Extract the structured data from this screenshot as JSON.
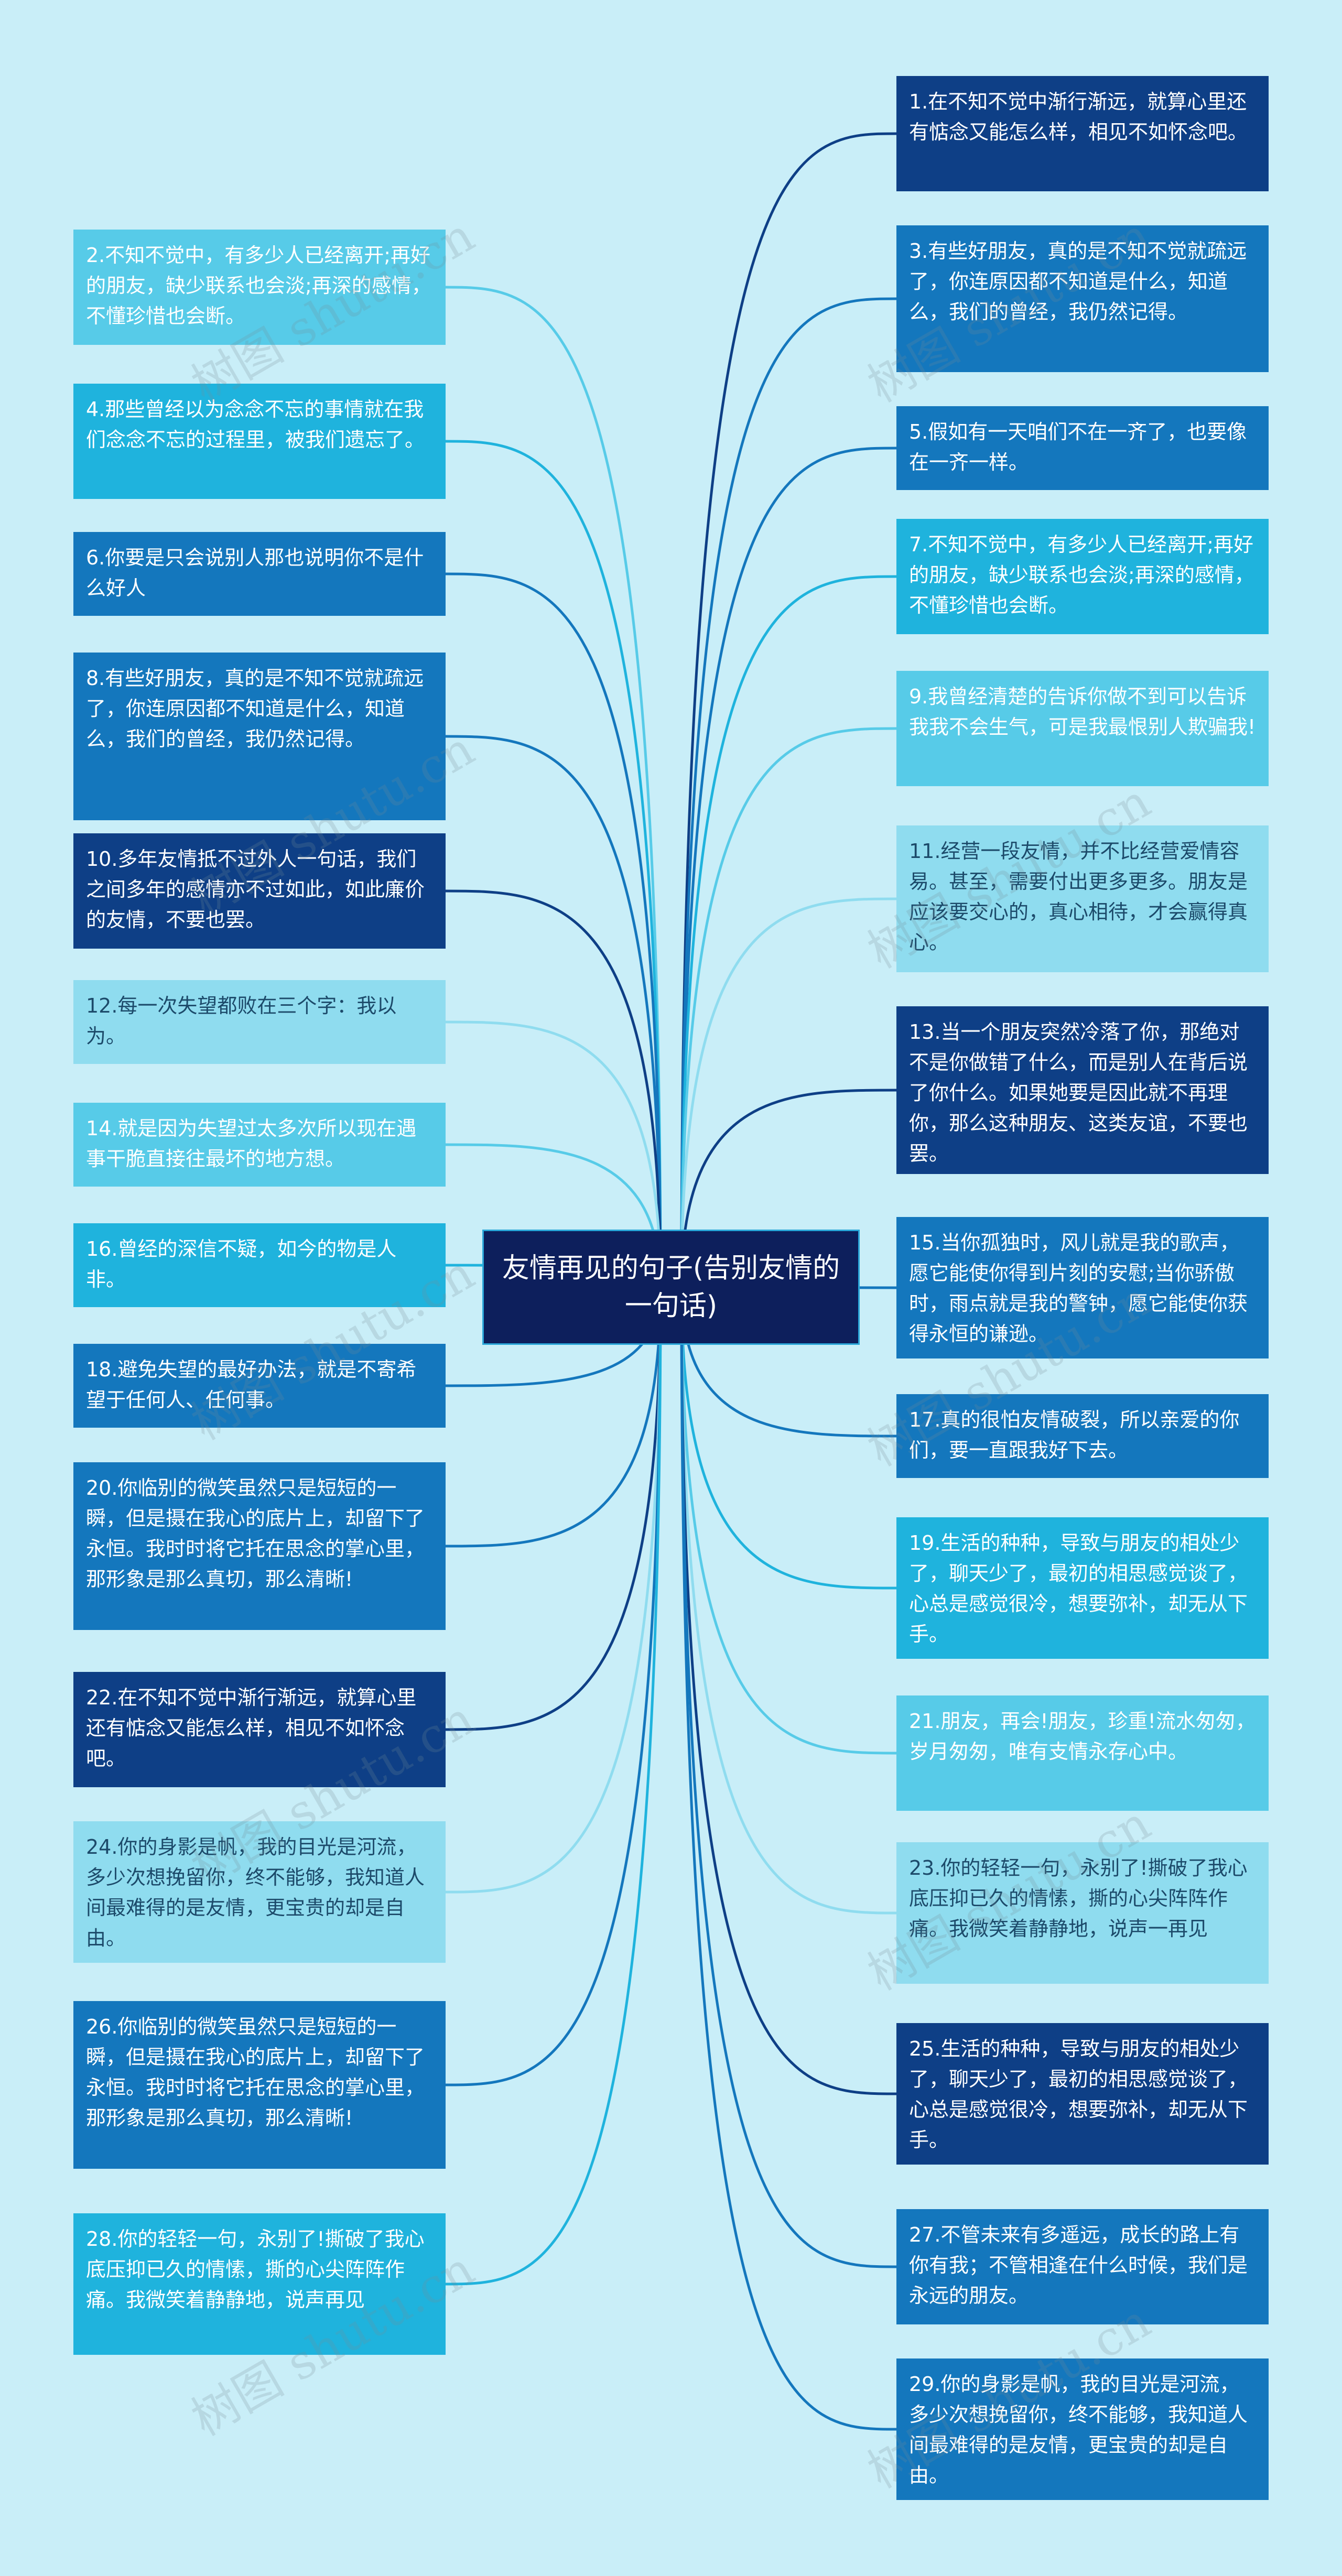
{
  "center": {
    "title": "友情再见的句子(告别友情的一句话)"
  },
  "watermark": "树图 shutu.cn",
  "colors": {
    "navy": "#0e3f86",
    "blue": "#1477bd",
    "cyan": "#1fb3dd",
    "light": "#57cbe8",
    "lightest": "#8fdcef",
    "center_bg": "#0d1f5c"
  },
  "left_nodes": [
    {
      "text": "2.不知不觉中，有多少人已经离开;再好的朋友，缺少联系也会淡;再深的感情，不懂珍惜也会断。",
      "shade": "light"
    },
    {
      "text": "4.那些曾经以为念念不忘的事情就在我们念念不忘的过程里，被我们遗忘了。",
      "shade": "cyan"
    },
    {
      "text": "6.你要是只会说别人那也说明你不是什么好人",
      "shade": "blue"
    },
    {
      "text": "8.有些好朋友，真的是不知不觉就疏远了，你连原因都不知道是什么，知道么，我们的曾经，我仍然记得。",
      "shade": "blue"
    },
    {
      "text": "10.多年友情抵不过外人一句话，我们之间多年的感情亦不过如此，如此廉价的友情，不要也罢。",
      "shade": "navy"
    },
    {
      "text": "12.每一次失望都败在三个字：我以为。",
      "shade": "lightest"
    },
    {
      "text": "14.就是因为失望过太多次所以现在遇事干脆直接往最坏的地方想。",
      "shade": "light"
    },
    {
      "text": "16.曾经的深信不疑，如今的物是人非。",
      "shade": "cyan"
    },
    {
      "text": "18.避免失望的最好办法，就是不寄希望于任何人、任何事。",
      "shade": "blue"
    },
    {
      "text": "20.你临别的微笑虽然只是短短的一瞬，但是摄在我心的底片上，却留下了永恒。我时时将它托在思念的掌心里，那形象是那么真切，那么清晰!",
      "shade": "blue"
    },
    {
      "text": "22.在不知不觉中渐行渐远，就算心里还有惦念又能怎么样，相见不如怀念吧。",
      "shade": "navy"
    },
    {
      "text": "24.你的身影是帆，我的目光是河流，多少次想挽留你，终不能够，我知道人间最难得的是友情，更宝贵的却是自由。",
      "shade": "lightest"
    },
    {
      "text": "26.你临别的微笑虽然只是短短的一瞬，但是摄在我心的底片上，却留下了永恒。我时时将它托在思念的掌心里，那形象是那么真切，那么清晰!",
      "shade": "blue"
    },
    {
      "text": "28.你的轻轻一句，永别了!撕破了我心底压抑已久的情愫，撕的心尖阵阵作痛。我微笑着静静地，说声再见",
      "shade": "cyan"
    }
  ],
  "right_nodes": [
    {
      "text": "1.在不知不觉中渐行渐远，就算心里还有惦念又能怎么样，相见不如怀念吧。",
      "shade": "navy"
    },
    {
      "text": "3.有些好朋友，真的是不知不觉就疏远了，你连原因都不知道是什么，知道么，我们的曾经，我仍然记得。",
      "shade": "blue"
    },
    {
      "text": "5.假如有一天咱们不在一齐了，也要像在一齐一样。",
      "shade": "blue"
    },
    {
      "text": "7.不知不觉中，有多少人已经离开;再好的朋友，缺少联系也会淡;再深的感情，不懂珍惜也会断。",
      "shade": "cyan"
    },
    {
      "text": "9.我曾经清楚的告诉你做不到可以告诉我我不会生气，可是我最恨别人欺骗我!",
      "shade": "light"
    },
    {
      "text": "11.经营一段友情，并不比经营爱情容易。甚至，需要付出更多更多。朋友是应该要交心的，真心相待，才会赢得真心。",
      "shade": "lightest"
    },
    {
      "text": "13.当一个朋友突然冷落了你，那绝对不是你做错了什么，而是别人在背后说了你什么。如果她要是因此就不再理你，那么这种朋友、这类友谊，不要也罢。",
      "shade": "navy"
    },
    {
      "text": "15.当你孤独时，风儿就是我的歌声，愿它能使你得到片刻的安慰;当你骄傲时，雨点就是我的警钟，愿它能使你获得永恒的谦逊。",
      "shade": "blue"
    },
    {
      "text": "17.真的很怕友情破裂，所以亲爱的你们，要一直跟我好下去。",
      "shade": "blue"
    },
    {
      "text": "19.生活的种种，导致与朋友的相处少了，聊天少了，最初的相思感觉谈了，心总是感觉很冷，想要弥补，却无从下手。",
      "shade": "cyan"
    },
    {
      "text": "21.朋友，再会!朋友，珍重!流水匆匆，岁月匆匆，唯有支情永存心中。",
      "shade": "light"
    },
    {
      "text": "23.你的轻轻一句，永别了!撕破了我心底压抑已久的情愫，撕的心尖阵阵作痛。我微笑着静静地，说声一再见",
      "shade": "lightest"
    },
    {
      "text": "25.生活的种种，导致与朋友的相处少了，聊天少了，最初的相思感觉谈了，心总是感觉很冷，想要弥补，却无从下手。",
      "shade": "navy"
    },
    {
      "text": "27.不管未来有多遥远，成长的路上有你有我；不管相逢在什么时候，我们是永远的朋友。",
      "shade": "blue"
    },
    {
      "text": "29.你的身影是帆，我的目光是河流，多少次想挽留你，终不能够，我知道人间最难得的是友情，更宝贵的却是自由。",
      "shade": "blue"
    }
  ]
}
